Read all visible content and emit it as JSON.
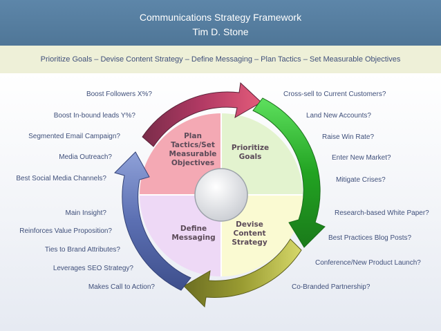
{
  "header": {
    "title": "Communications Strategy Framework",
    "author": "Tim D. Stone"
  },
  "subheader": "Prioritize Goals – Devise Content Strategy – Define Messaging – Plan Tactics – Set Measurable Objectives",
  "quadrants": {
    "plan": [
      "Plan",
      "Tactics/Set",
      "Measurable",
      "Objectives"
    ],
    "prioritize": [
      "Prioritize",
      "Goals"
    ],
    "define": [
      "Define",
      "Messaging"
    ],
    "devise": [
      "Devise",
      "Content",
      "Strategy"
    ]
  },
  "colors": {
    "plan": "#f4a9b4",
    "prioritize": "#e3f3cf",
    "define": "#eed9f6",
    "devise": "#fafad2",
    "arrow_top": "#c23a5e",
    "arrow_right": "#2fb52f",
    "arrow_bottom": "#8b8f2c",
    "arrow_left": "#5b6fb2"
  },
  "labels": {
    "left_top": [
      "Boost Followers X%?",
      "Boost In-bound leads Y%?",
      "Segmented Email Campaign?",
      "Media Outreach?",
      "Best Social Media Channels?"
    ],
    "right_top": [
      "Cross-sell to Current Customers?",
      "Land New Accounts?",
      "Raise Win Rate?",
      "Enter New Market?",
      "Mitigate Crises?"
    ],
    "left_bottom": [
      "Main Insight?",
      "Reinforces Value Proposition?",
      "Ties to Brand Attributes?",
      "Leverages SEO Strategy?",
      "Makes Call to Action?"
    ],
    "right_bottom": [
      "Research-based White Paper?",
      "Best Practices Blog Posts?",
      "Conference/New Product Launch?",
      "Co-Branded Partnership?"
    ]
  }
}
